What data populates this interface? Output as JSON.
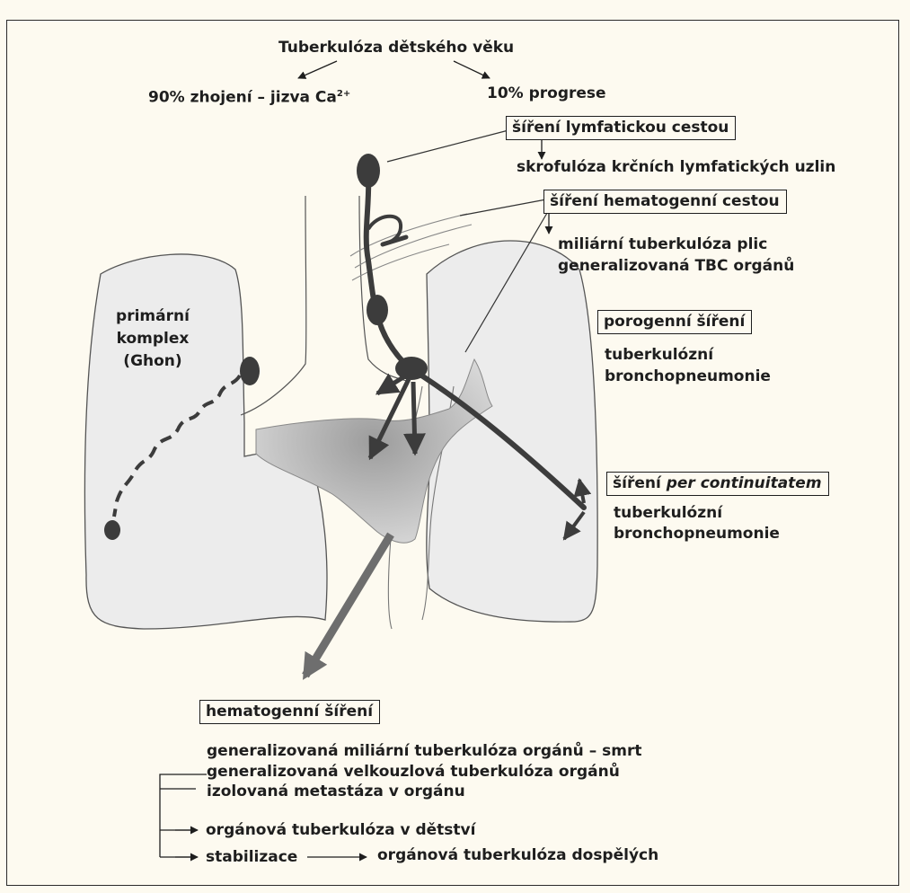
{
  "title": "Tuberkulóza dětského věku",
  "outcomes": {
    "healing": "90% zhojení – jizva Ca",
    "healing_superscript": "2+",
    "progression": "10% progrese"
  },
  "lymphatic": {
    "heading": "šíření lymfatickou cestou",
    "result": "skrofulóza krčních lymfatických uzlin"
  },
  "hematogenous_route": {
    "heading": "šíření hematogenní cestou",
    "result_line1": "miliární tuberkulóza plic",
    "result_line2": "generalizovaná TBC orgánů"
  },
  "primary_complex": {
    "line1": "primární",
    "line2": "komplex",
    "line3": "(Ghon)"
  },
  "porogenic": {
    "heading": "porogenní šíření",
    "result_line1": "tuberkulózní",
    "result_line2": "bronchopneumonie"
  },
  "per_continuitatem": {
    "heading_plain": "šíření ",
    "heading_italic": "per continuitatem",
    "result_line1": "tuberkulózní",
    "result_line2": "bronchopneumonie"
  },
  "hematogenous_spread": {
    "heading": "hematogenní šíření",
    "items": [
      "generalizovaná miliární tuberkulóza orgánů – smrt",
      "generalizovaná velkouzlová tuberkulóza orgánů",
      "izolovaná metastáza v orgánu"
    ],
    "childhood": "orgánová tuberkulóza v dětství",
    "stabilization": "stabilizace",
    "adult": "orgánová tuberkulóza dospělých"
  },
  "colors": {
    "background": "#fdfaf0",
    "lung_fill": "#ececec",
    "mediastinum": "#d2d2d2",
    "path_dark": "#3c3c3c",
    "arrow_gray": "#6e6e6e"
  }
}
